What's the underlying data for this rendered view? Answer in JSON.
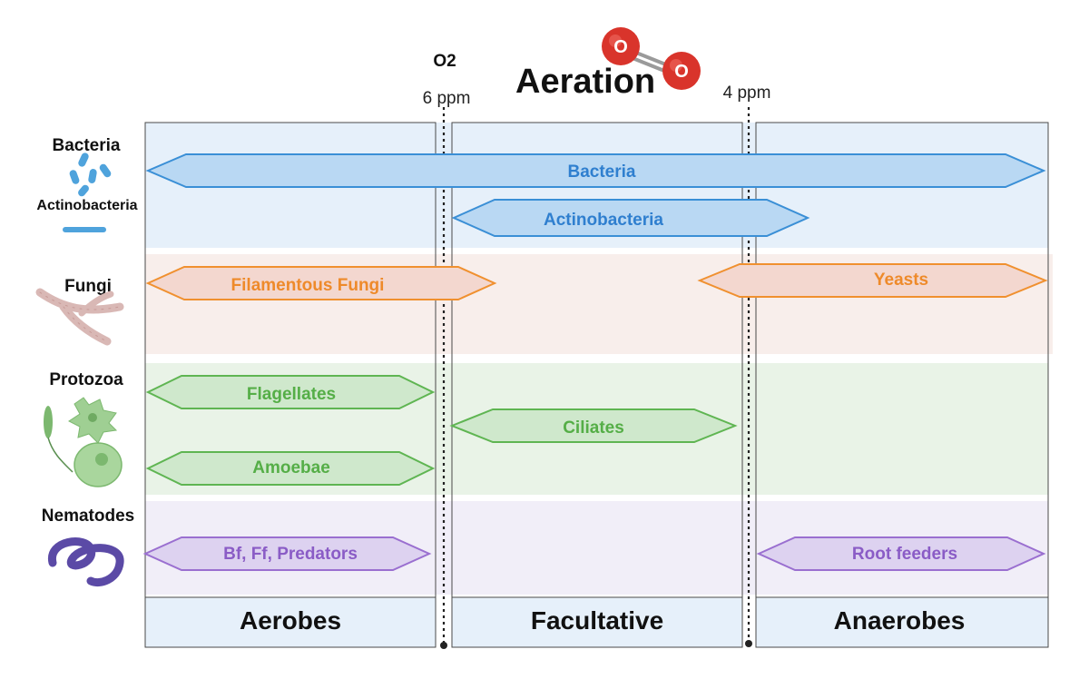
{
  "header": {
    "o2_label": "O2",
    "title": "Aeration",
    "left_threshold": "6 ppm",
    "right_threshold": "4 ppm",
    "molecule_atom": "O"
  },
  "groups": {
    "bacteria": "Bacteria",
    "actinobacteria": "Actinobacteria",
    "fungi": "Fungi",
    "protozoa": "Protozoa",
    "nematodes": "Nematodes"
  },
  "ranges": {
    "bacteria": "Bacteria",
    "actinobacteria": "Actinobacteria",
    "filamentous_fungi": "Filamentous Fungi",
    "yeasts": "Yeasts",
    "flagellates": "Flagellates",
    "ciliates": "Ciliates",
    "amoebae": "Amoebae",
    "nematode_aerobic": "Bf, Ff, Predators",
    "root_feeders": "Root feeders"
  },
  "columns": {
    "aerobes": "Aerobes",
    "facultative": "Facultative",
    "anaerobes": "Anaerobes"
  },
  "colors": {
    "blue_band": "#e6f0fa",
    "blue_fill": "#b9d8f3",
    "blue_stroke": "#3a8fd6",
    "blue_text": "#2f7fcf",
    "orange_band": "#f8eeeb",
    "orange_fill": "#f3d7cf",
    "orange_stroke": "#f0902f",
    "orange_text": "#ee8a2a",
    "green_band": "#e9f3e7",
    "green_fill": "#cfe8cc",
    "green_stroke": "#5fb552",
    "green_text": "#55ae47",
    "purple_band": "#f1eef8",
    "purple_fill": "#ddd2f0",
    "purple_stroke": "#9a6fd0",
    "purple_text": "#8a5cc6",
    "oxygen_red": "#d9342b"
  }
}
